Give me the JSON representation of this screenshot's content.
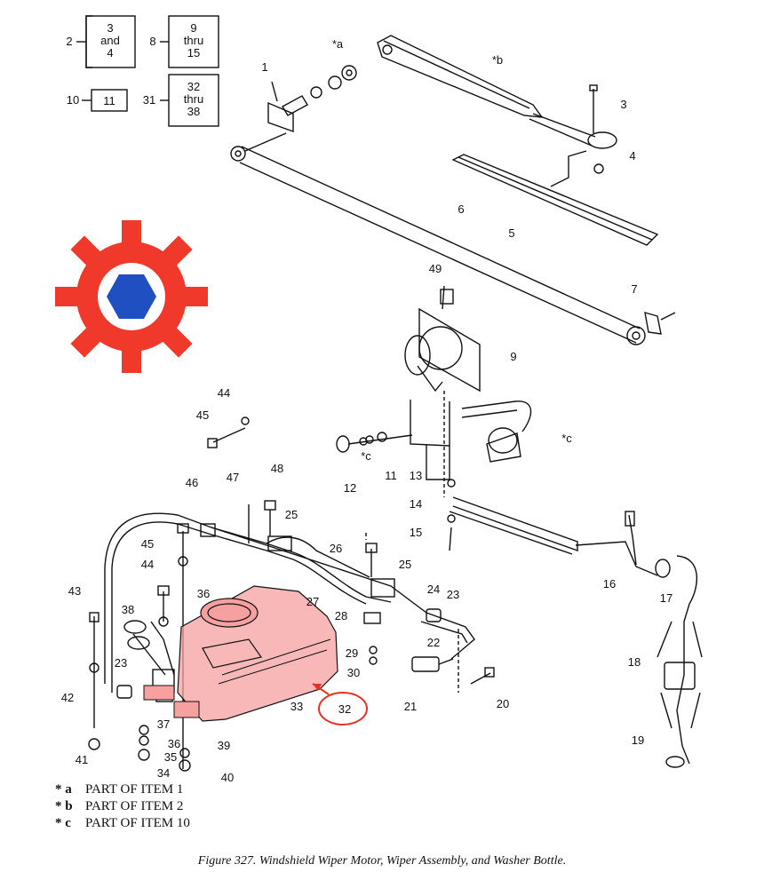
{
  "boxes": [
    {
      "ref": "2",
      "text": [
        "3",
        "and",
        "4"
      ]
    },
    {
      "ref": "8",
      "text": [
        "9",
        "thru",
        "15"
      ]
    },
    {
      "ref": "10",
      "text": [
        "11"
      ]
    },
    {
      "ref": "31",
      "text": [
        "32",
        "thru",
        "38"
      ]
    }
  ],
  "callouts": [
    "1",
    "*a",
    "*b",
    "3",
    "4",
    "5",
    "6",
    "49",
    "7",
    "9",
    "44",
    "45",
    "*c",
    "12",
    "*c",
    "11",
    "13",
    "14",
    "15",
    "16",
    "17",
    "18",
    "19",
    "46",
    "47",
    "48",
    "25",
    "45",
    "44",
    "26",
    "25",
    "27",
    "24",
    "23",
    "28",
    "22",
    "29",
    "30",
    "21",
    "20",
    "43",
    "38",
    "36",
    "23",
    "42",
    "37",
    "33",
    "32",
    "39",
    "36",
    "35",
    "34",
    "40",
    "41"
  ],
  "legend": [
    {
      "mark": "* a",
      "text": "PART OF ITEM 1"
    },
    {
      "mark": "* b",
      "text": "PART OF ITEM 2"
    },
    {
      "mark": "* c",
      "text": "PART OF ITEM 10"
    }
  ],
  "caption": "Figure 327.  Windshield Wiper Motor, Wiper Assembly, and Washer Bottle.",
  "colors": {
    "gear": "#f0392b",
    "hex": "#1f4fc1",
    "highlight": "#f6a0a0",
    "circle": "#e53323"
  },
  "logo_icon": "gear-hexagon-icon"
}
